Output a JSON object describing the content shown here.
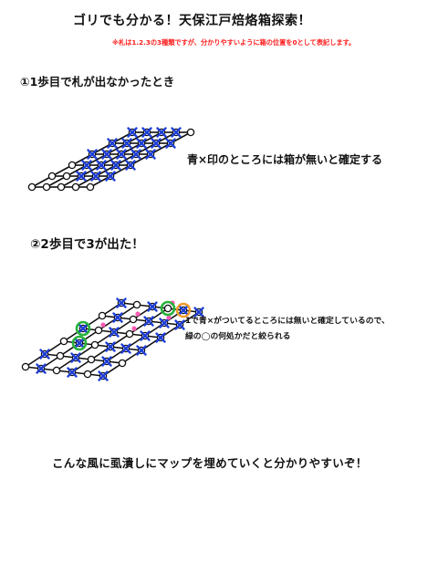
{
  "header": {
    "title": "ゴリでも分かる！天保江戸焙烙箱探索！",
    "note": "※札は1.2.3の3種類ですが、分かりやすいように箱の位置を0として表記します。"
  },
  "step1": {
    "heading": "①1歩目で札が出なかったとき",
    "result": "青×印のところには箱が無いと確定する"
  },
  "step2": {
    "heading": "②2歩目で3が出た！",
    "result_line1": "1で青×がついてるところには無いと確定しているので、",
    "result_line2": "緑の◯の何処かだと絞られる"
  },
  "conclusion": "こんな風に虱潰しにマップを埋めていくと分かりやすいぞ！",
  "colors": {
    "note": "#ff1a1a",
    "cross": "#1f3fd6",
    "circle": "#27b33a",
    "marker": "#ff5ab4",
    "orange": "#f29a2a"
  },
  "icons": {
    "cross": "x-mark-icon",
    "circle": "circle-icon",
    "marker": "pink-marker-icon"
  }
}
